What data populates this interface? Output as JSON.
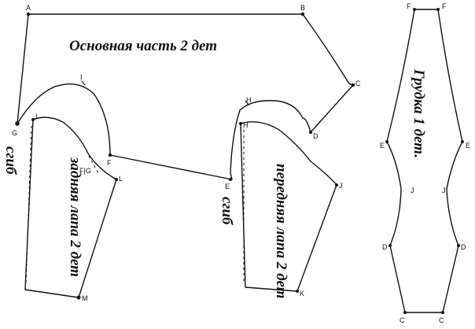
{
  "titles": {
    "main": "Основная часть 2 дет",
    "back_leg": "задняя лапа 2 дет",
    "front_leg": "передняя лапа 2 дет",
    "breast": "Грудка 1 дет.",
    "fold_left": "сгиб",
    "fold_right": "сгиб"
  },
  "points": {
    "A": "A",
    "B": "B",
    "C": "C",
    "D": "D",
    "G": "G",
    "I": "I",
    "I2": "I",
    "F": "F",
    "FG": "F|G",
    "L": "L",
    "M": "M",
    "H": "H",
    "H2": "H",
    "E": "E",
    "J": "J",
    "K": "K",
    "bF1": "F",
    "bF2": "F",
    "bE1": "E",
    "bE2": "E",
    "bJ1": "J",
    "bJ2": "J",
    "bD1": "D",
    "bD2": "D",
    "bC1": "C",
    "bC2": "C"
  }
}
